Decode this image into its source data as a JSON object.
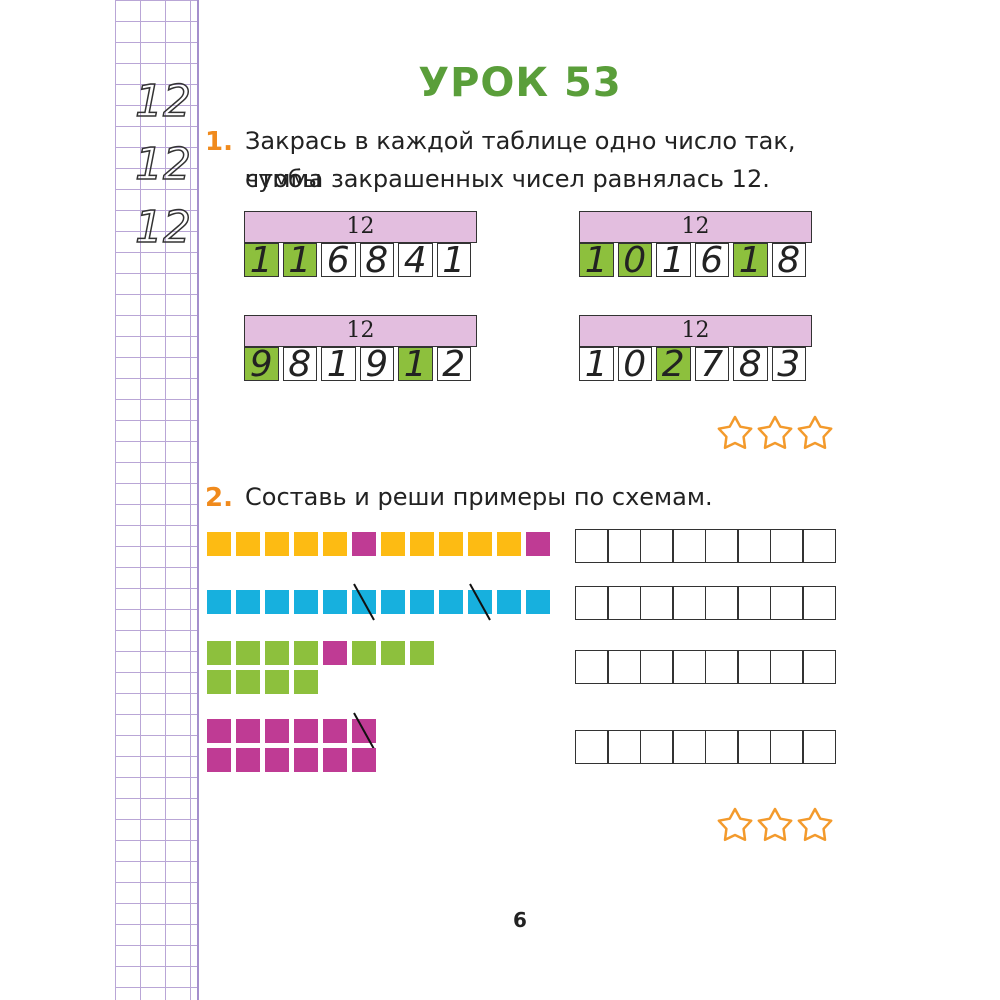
{
  "margin": {
    "tracing_rows": [
      "12",
      "12",
      "12"
    ]
  },
  "title": "УРОК 53",
  "task1": {
    "number": "1.",
    "text_line1": "Закрась в каждой таблице одно число так, чтобы",
    "text_line2": "сумма закрашенных чисел равнялась 12.",
    "tables": [
      {
        "header": "12",
        "cells": [
          {
            "v": "1",
            "filled": true
          },
          {
            "v": "1",
            "filled": true
          },
          {
            "v": "6",
            "filled": false
          },
          {
            "v": "8",
            "filled": false
          },
          {
            "v": "4",
            "filled": false
          },
          {
            "v": "1",
            "filled": false
          }
        ]
      },
      {
        "header": "12",
        "cells": [
          {
            "v": "1",
            "filled": true
          },
          {
            "v": "0",
            "filled": true
          },
          {
            "v": "1",
            "filled": false
          },
          {
            "v": "6",
            "filled": false
          },
          {
            "v": "1",
            "filled": true
          },
          {
            "v": "8",
            "filled": false
          }
        ]
      },
      {
        "header": "12",
        "cells": [
          {
            "v": "9",
            "filled": true
          },
          {
            "v": "8",
            "filled": false
          },
          {
            "v": "1",
            "filled": false
          },
          {
            "v": "9",
            "filled": false
          },
          {
            "v": "1",
            "filled": true
          },
          {
            "v": "2",
            "filled": false
          }
        ]
      },
      {
        "header": "12",
        "cells": [
          {
            "v": "1",
            "filled": false
          },
          {
            "v": "0",
            "filled": false
          },
          {
            "v": "2",
            "filled": true
          },
          {
            "v": "7",
            "filled": false
          },
          {
            "v": "8",
            "filled": false
          },
          {
            "v": "3",
            "filled": false
          }
        ]
      }
    ],
    "stars_count": 3
  },
  "task2": {
    "number": "2.",
    "text": "Составь и реши примеры по схемам.",
    "schemes": [
      {
        "rows": [
          [
            "yellow",
            "yellow",
            "yellow",
            "yellow",
            "yellow",
            "magenta",
            "yellow",
            "yellow",
            "yellow",
            "yellow",
            "yellow",
            "magenta"
          ]
        ],
        "slashed": []
      },
      {
        "rows": [
          [
            "cyan",
            "cyan",
            "cyan",
            "cyan",
            "cyan",
            "cyan",
            "cyan",
            "cyan",
            "cyan",
            "cyan",
            "cyan",
            "cyan"
          ]
        ],
        "slashed": [
          [
            0,
            5
          ],
          [
            0,
            9
          ]
        ]
      },
      {
        "rows": [
          [
            "green",
            "green",
            "green",
            "green",
            "magenta",
            "green",
            "green",
            "green"
          ],
          [
            "green",
            "green",
            "green",
            "green"
          ]
        ],
        "slashed": []
      },
      {
        "rows": [
          [
            "magenta",
            "magenta",
            "magenta",
            "magenta",
            "magenta",
            "magenta"
          ],
          [
            "magenta",
            "magenta",
            "magenta",
            "magenta",
            "magenta",
            "magenta"
          ]
        ],
        "slashed": [
          [
            0,
            5
          ]
        ]
      }
    ],
    "answer_boxes_per_row": 8,
    "stars_count": 3
  },
  "colors": {
    "yellow": "#fdbb13",
    "cyan": "#17b0de",
    "green": "#8dc03d",
    "magenta": "#bf3b94",
    "title_green": "#5a9e3a",
    "task_orange": "#f08a1c",
    "star_orange": "#f39a2c",
    "table_header": "#e3bedf"
  },
  "page_number": "6"
}
